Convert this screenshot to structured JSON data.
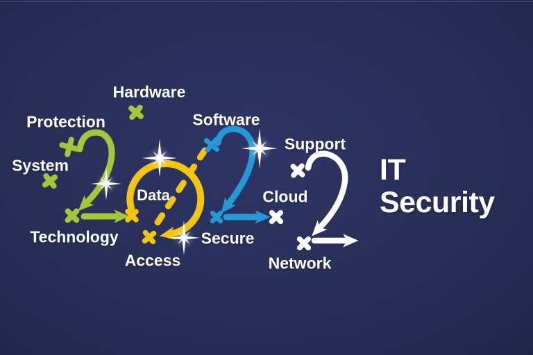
{
  "illustration": {
    "year": "2022",
    "title": {
      "line1": "IT",
      "line2": "Security"
    },
    "labels": {
      "hardware": "Hardware",
      "protection": "Protection",
      "system": "System",
      "technology": "Technology",
      "data": "Data",
      "software": "Software",
      "access": "Access",
      "secure": "Secure",
      "cloud": "Cloud",
      "support": "Support",
      "network": "Network"
    },
    "colors": {
      "background_center": "#2d3466",
      "background_edge": "#1a203e",
      "green": "#a4c639",
      "yellow": "#f4c50a",
      "blue": "#2499d6",
      "text": "#ffffff"
    }
  }
}
